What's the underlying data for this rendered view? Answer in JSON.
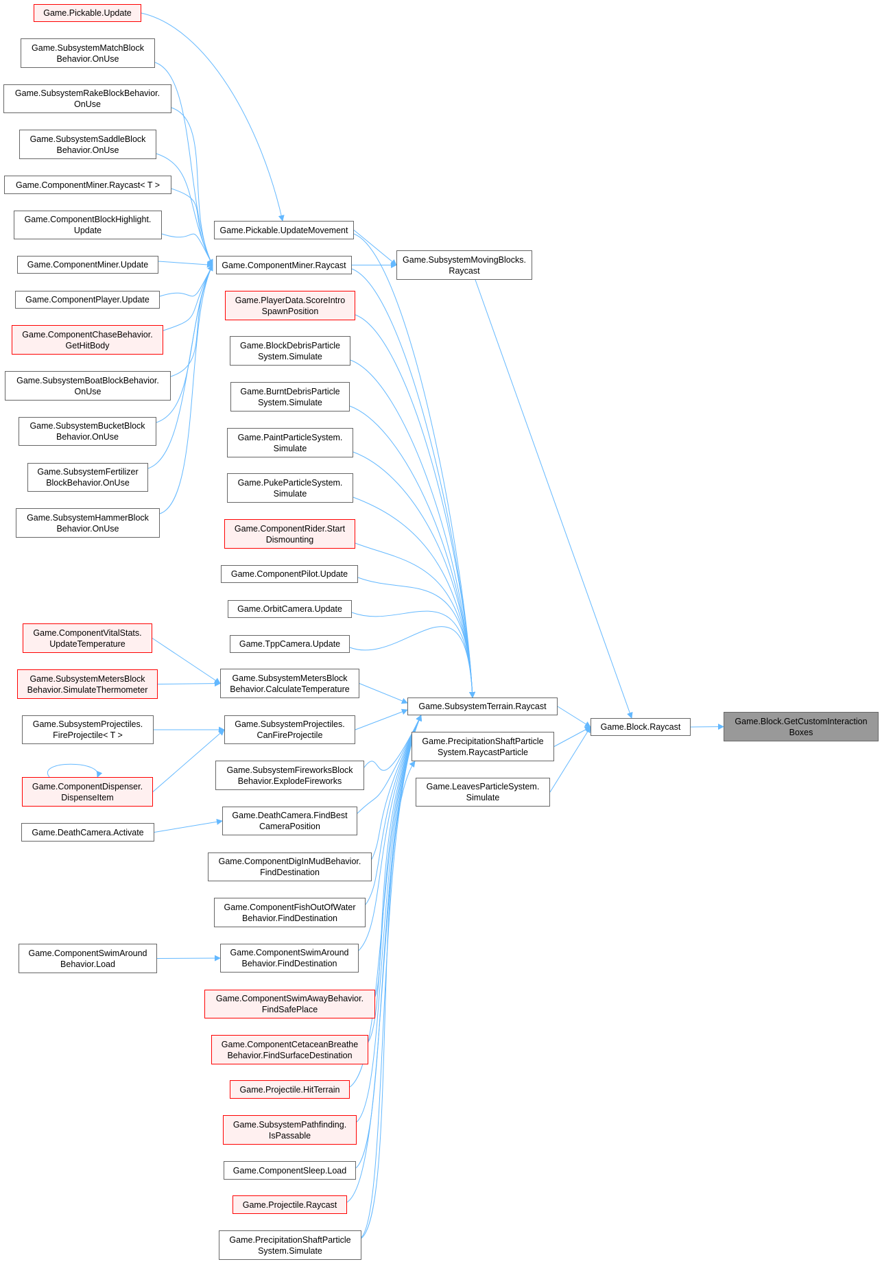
{
  "graph": {
    "type": "caller-graph",
    "edge_color": "#63b8ff",
    "colors": {
      "normal_border": "#666666",
      "truncated_border": "#ff0000",
      "truncated_fill": "#fff0f0",
      "root_fill": "#999999"
    },
    "nodes": [
      {
        "id": "n_pick_update",
        "lines": [
          "Game.Pickable.Update"
        ],
        "style": "trunc"
      },
      {
        "id": "n_match",
        "lines": [
          "Game.SubsystemMatchBlock",
          "Behavior.OnUse"
        ],
        "style": "normal"
      },
      {
        "id": "n_rake",
        "lines": [
          "Game.SubsystemRakeBlockBehavior.",
          "OnUse"
        ],
        "style": "normal"
      },
      {
        "id": "n_saddle",
        "lines": [
          "Game.SubsystemSaddleBlock",
          "Behavior.OnUse"
        ],
        "style": "normal"
      },
      {
        "id": "n_miner_rc_t",
        "lines": [
          "Game.ComponentMiner.Raycast< T >"
        ],
        "style": "normal"
      },
      {
        "id": "n_highlight",
        "lines": [
          "Game.ComponentBlockHighlight.",
          "Update"
        ],
        "style": "normal"
      },
      {
        "id": "n_miner_update",
        "lines": [
          "Game.ComponentMiner.Update"
        ],
        "style": "normal"
      },
      {
        "id": "n_player_update",
        "lines": [
          "Game.ComponentPlayer.Update"
        ],
        "style": "normal"
      },
      {
        "id": "n_chase",
        "lines": [
          "Game.ComponentChaseBehavior.",
          "GetHitBody"
        ],
        "style": "trunc"
      },
      {
        "id": "n_boat",
        "lines": [
          "Game.SubsystemBoatBlockBehavior.",
          "OnUse"
        ],
        "style": "normal"
      },
      {
        "id": "n_bucket",
        "lines": [
          "Game.SubsystemBucketBlock",
          "Behavior.OnUse"
        ],
        "style": "normal"
      },
      {
        "id": "n_fertilizer",
        "lines": [
          "Game.SubsystemFertilizer",
          "BlockBehavior.OnUse"
        ],
        "style": "normal"
      },
      {
        "id": "n_hammer",
        "lines": [
          "Game.SubsystemHammerBlock",
          "Behavior.OnUse"
        ],
        "style": "normal"
      },
      {
        "id": "n_vital",
        "lines": [
          "Game.ComponentVitalStats.",
          "UpdateTemperature"
        ],
        "style": "trunc"
      },
      {
        "id": "n_thermo",
        "lines": [
          "Game.SubsystemMetersBlock",
          "Behavior.SimulateThermometer"
        ],
        "style": "trunc"
      },
      {
        "id": "n_fireproj",
        "lines": [
          "Game.SubsystemProjectiles.",
          "FireProjectile< T >"
        ],
        "style": "normal"
      },
      {
        "id": "n_dispense",
        "lines": [
          "Game.ComponentDispenser.",
          "DispenseItem"
        ],
        "style": "trunc"
      },
      {
        "id": "n_death_activate",
        "lines": [
          "Game.DeathCamera.Activate"
        ],
        "style": "normal"
      },
      {
        "id": "n_swimaround_load",
        "lines": [
          "Game.ComponentSwimAround",
          "Behavior.Load"
        ],
        "style": "normal"
      },
      {
        "id": "n_updatemovement",
        "lines": [
          "Game.Pickable.UpdateMovement"
        ],
        "style": "normal"
      },
      {
        "id": "n_miner_raycast",
        "lines": [
          "Game.ComponentMiner.Raycast"
        ],
        "style": "normal"
      },
      {
        "id": "n_scoreintro",
        "lines": [
          "Game.PlayerData.ScoreIntro",
          "SpawnPosition"
        ],
        "style": "trunc"
      },
      {
        "id": "n_blockdebris",
        "lines": [
          "Game.BlockDebrisParticle",
          "System.Simulate"
        ],
        "style": "normal"
      },
      {
        "id": "n_burntdebris",
        "lines": [
          "Game.BurntDebrisParticle",
          "System.Simulate"
        ],
        "style": "normal"
      },
      {
        "id": "n_paint",
        "lines": [
          "Game.PaintParticleSystem.",
          "Simulate"
        ],
        "style": "normal"
      },
      {
        "id": "n_puke",
        "lines": [
          "Game.PukeParticleSystem.",
          "Simulate"
        ],
        "style": "normal"
      },
      {
        "id": "n_rider",
        "lines": [
          "Game.ComponentRider.Start",
          "Dismounting"
        ],
        "style": "trunc"
      },
      {
        "id": "n_pilot",
        "lines": [
          "Game.ComponentPilot.Update"
        ],
        "style": "normal"
      },
      {
        "id": "n_orbit",
        "lines": [
          "Game.OrbitCamera.Update"
        ],
        "style": "normal"
      },
      {
        "id": "n_tpp",
        "lines": [
          "Game.TppCamera.Update"
        ],
        "style": "normal"
      },
      {
        "id": "n_calctemp",
        "lines": [
          "Game.SubsystemMetersBlock",
          "Behavior.CalculateTemperature"
        ],
        "style": "normal"
      },
      {
        "id": "n_canfire",
        "lines": [
          "Game.SubsystemProjectiles.",
          "CanFireProjectile"
        ],
        "style": "normal"
      },
      {
        "id": "n_fireworks",
        "lines": [
          "Game.SubsystemFireworksBlock",
          "Behavior.ExplodeFireworks"
        ],
        "style": "normal"
      },
      {
        "id": "n_findbest",
        "lines": [
          "Game.DeathCamera.FindBest",
          "CameraPosition"
        ],
        "style": "normal"
      },
      {
        "id": "n_diginmud",
        "lines": [
          "Game.ComponentDigInMudBehavior.",
          "FindDestination"
        ],
        "style": "normal"
      },
      {
        "id": "n_fishout",
        "lines": [
          "Game.ComponentFishOutOfWater",
          "Behavior.FindDestination"
        ],
        "style": "normal"
      },
      {
        "id": "n_swimaround_find",
        "lines": [
          "Game.ComponentSwimAround",
          "Behavior.FindDestination"
        ],
        "style": "normal"
      },
      {
        "id": "n_swimaway",
        "lines": [
          "Game.ComponentSwimAwayBehavior.",
          "FindSafePlace"
        ],
        "style": "trunc"
      },
      {
        "id": "n_cetacean",
        "lines": [
          "Game.ComponentCetaceanBreathe",
          "Behavior.FindSurfaceDestination"
        ],
        "style": "trunc"
      },
      {
        "id": "n_hitterrain",
        "lines": [
          "Game.Projectile.HitTerrain"
        ],
        "style": "trunc"
      },
      {
        "id": "n_passable",
        "lines": [
          "Game.SubsystemPathfinding.",
          "IsPassable"
        ],
        "style": "trunc"
      },
      {
        "id": "n_sleep",
        "lines": [
          "Game.ComponentSleep.Load"
        ],
        "style": "normal"
      },
      {
        "id": "n_proj_raycast",
        "lines": [
          "Game.Projectile.Raycast"
        ],
        "style": "trunc"
      },
      {
        "id": "n_precip_sim",
        "lines": [
          "Game.PrecipitationShaftParticle",
          "System.Simulate"
        ],
        "style": "normal"
      },
      {
        "id": "n_movingblocks",
        "lines": [
          "Game.SubsystemMovingBlocks.",
          "Raycast"
        ],
        "style": "normal"
      },
      {
        "id": "n_terrain",
        "lines": [
          "Game.SubsystemTerrain.Raycast"
        ],
        "style": "normal"
      },
      {
        "id": "n_raycastparticle",
        "lines": [
          "Game.PrecipitationShaftParticle",
          "System.RaycastParticle"
        ],
        "style": "normal"
      },
      {
        "id": "n_leaves",
        "lines": [
          "Game.LeavesParticleSystem.",
          "Simulate"
        ],
        "style": "normal"
      },
      {
        "id": "n_block_raycast",
        "lines": [
          "Game.Block.Raycast"
        ],
        "style": "normal"
      },
      {
        "id": "n_root",
        "lines": [
          "Game.Block.GetCustomInteraction",
          "Boxes"
        ],
        "style": "root"
      }
    ],
    "edges": [
      [
        "n_pick_update",
        "n_updatemovement"
      ],
      [
        "n_match",
        "n_miner_raycast"
      ],
      [
        "n_rake",
        "n_miner_raycast"
      ],
      [
        "n_saddle",
        "n_miner_raycast"
      ],
      [
        "n_miner_rc_t",
        "n_miner_raycast"
      ],
      [
        "n_highlight",
        "n_miner_raycast"
      ],
      [
        "n_miner_update",
        "n_miner_raycast"
      ],
      [
        "n_player_update",
        "n_miner_raycast"
      ],
      [
        "n_chase",
        "n_miner_raycast"
      ],
      [
        "n_boat",
        "n_miner_raycast"
      ],
      [
        "n_bucket",
        "n_miner_raycast"
      ],
      [
        "n_fertilizer",
        "n_miner_raycast"
      ],
      [
        "n_hammer",
        "n_miner_raycast"
      ],
      [
        "n_vital",
        "n_calctemp"
      ],
      [
        "n_thermo",
        "n_calctemp"
      ],
      [
        "n_fireproj",
        "n_canfire"
      ],
      [
        "n_dispense",
        "n_canfire"
      ],
      [
        "n_dispense",
        "n_dispense"
      ],
      [
        "n_death_activate",
        "n_findbest"
      ],
      [
        "n_swimaround_load",
        "n_swimaround_find"
      ],
      [
        "n_updatemovement",
        "n_movingblocks"
      ],
      [
        "n_miner_raycast",
        "n_movingblocks"
      ],
      [
        "n_updatemovement",
        "n_terrain"
      ],
      [
        "n_miner_raycast",
        "n_terrain"
      ],
      [
        "n_scoreintro",
        "n_terrain"
      ],
      [
        "n_blockdebris",
        "n_terrain"
      ],
      [
        "n_burntdebris",
        "n_terrain"
      ],
      [
        "n_paint",
        "n_terrain"
      ],
      [
        "n_puke",
        "n_terrain"
      ],
      [
        "n_rider",
        "n_terrain"
      ],
      [
        "n_pilot",
        "n_terrain"
      ],
      [
        "n_orbit",
        "n_terrain"
      ],
      [
        "n_tpp",
        "n_terrain"
      ],
      [
        "n_calctemp",
        "n_terrain"
      ],
      [
        "n_canfire",
        "n_terrain"
      ],
      [
        "n_fireworks",
        "n_terrain"
      ],
      [
        "n_findbest",
        "n_terrain"
      ],
      [
        "n_diginmud",
        "n_terrain"
      ],
      [
        "n_fishout",
        "n_terrain"
      ],
      [
        "n_swimaround_find",
        "n_terrain"
      ],
      [
        "n_swimaway",
        "n_terrain"
      ],
      [
        "n_cetacean",
        "n_terrain"
      ],
      [
        "n_hitterrain",
        "n_terrain"
      ],
      [
        "n_passable",
        "n_terrain"
      ],
      [
        "n_sleep",
        "n_terrain"
      ],
      [
        "n_proj_raycast",
        "n_terrain"
      ],
      [
        "n_precip_sim",
        "n_terrain"
      ],
      [
        "n_precip_sim",
        "n_raycastparticle"
      ],
      [
        "n_movingblocks",
        "n_block_raycast"
      ],
      [
        "n_terrain",
        "n_block_raycast"
      ],
      [
        "n_raycastparticle",
        "n_block_raycast"
      ],
      [
        "n_leaves",
        "n_block_raycast"
      ],
      [
        "n_block_raycast",
        "n_root"
      ]
    ]
  }
}
